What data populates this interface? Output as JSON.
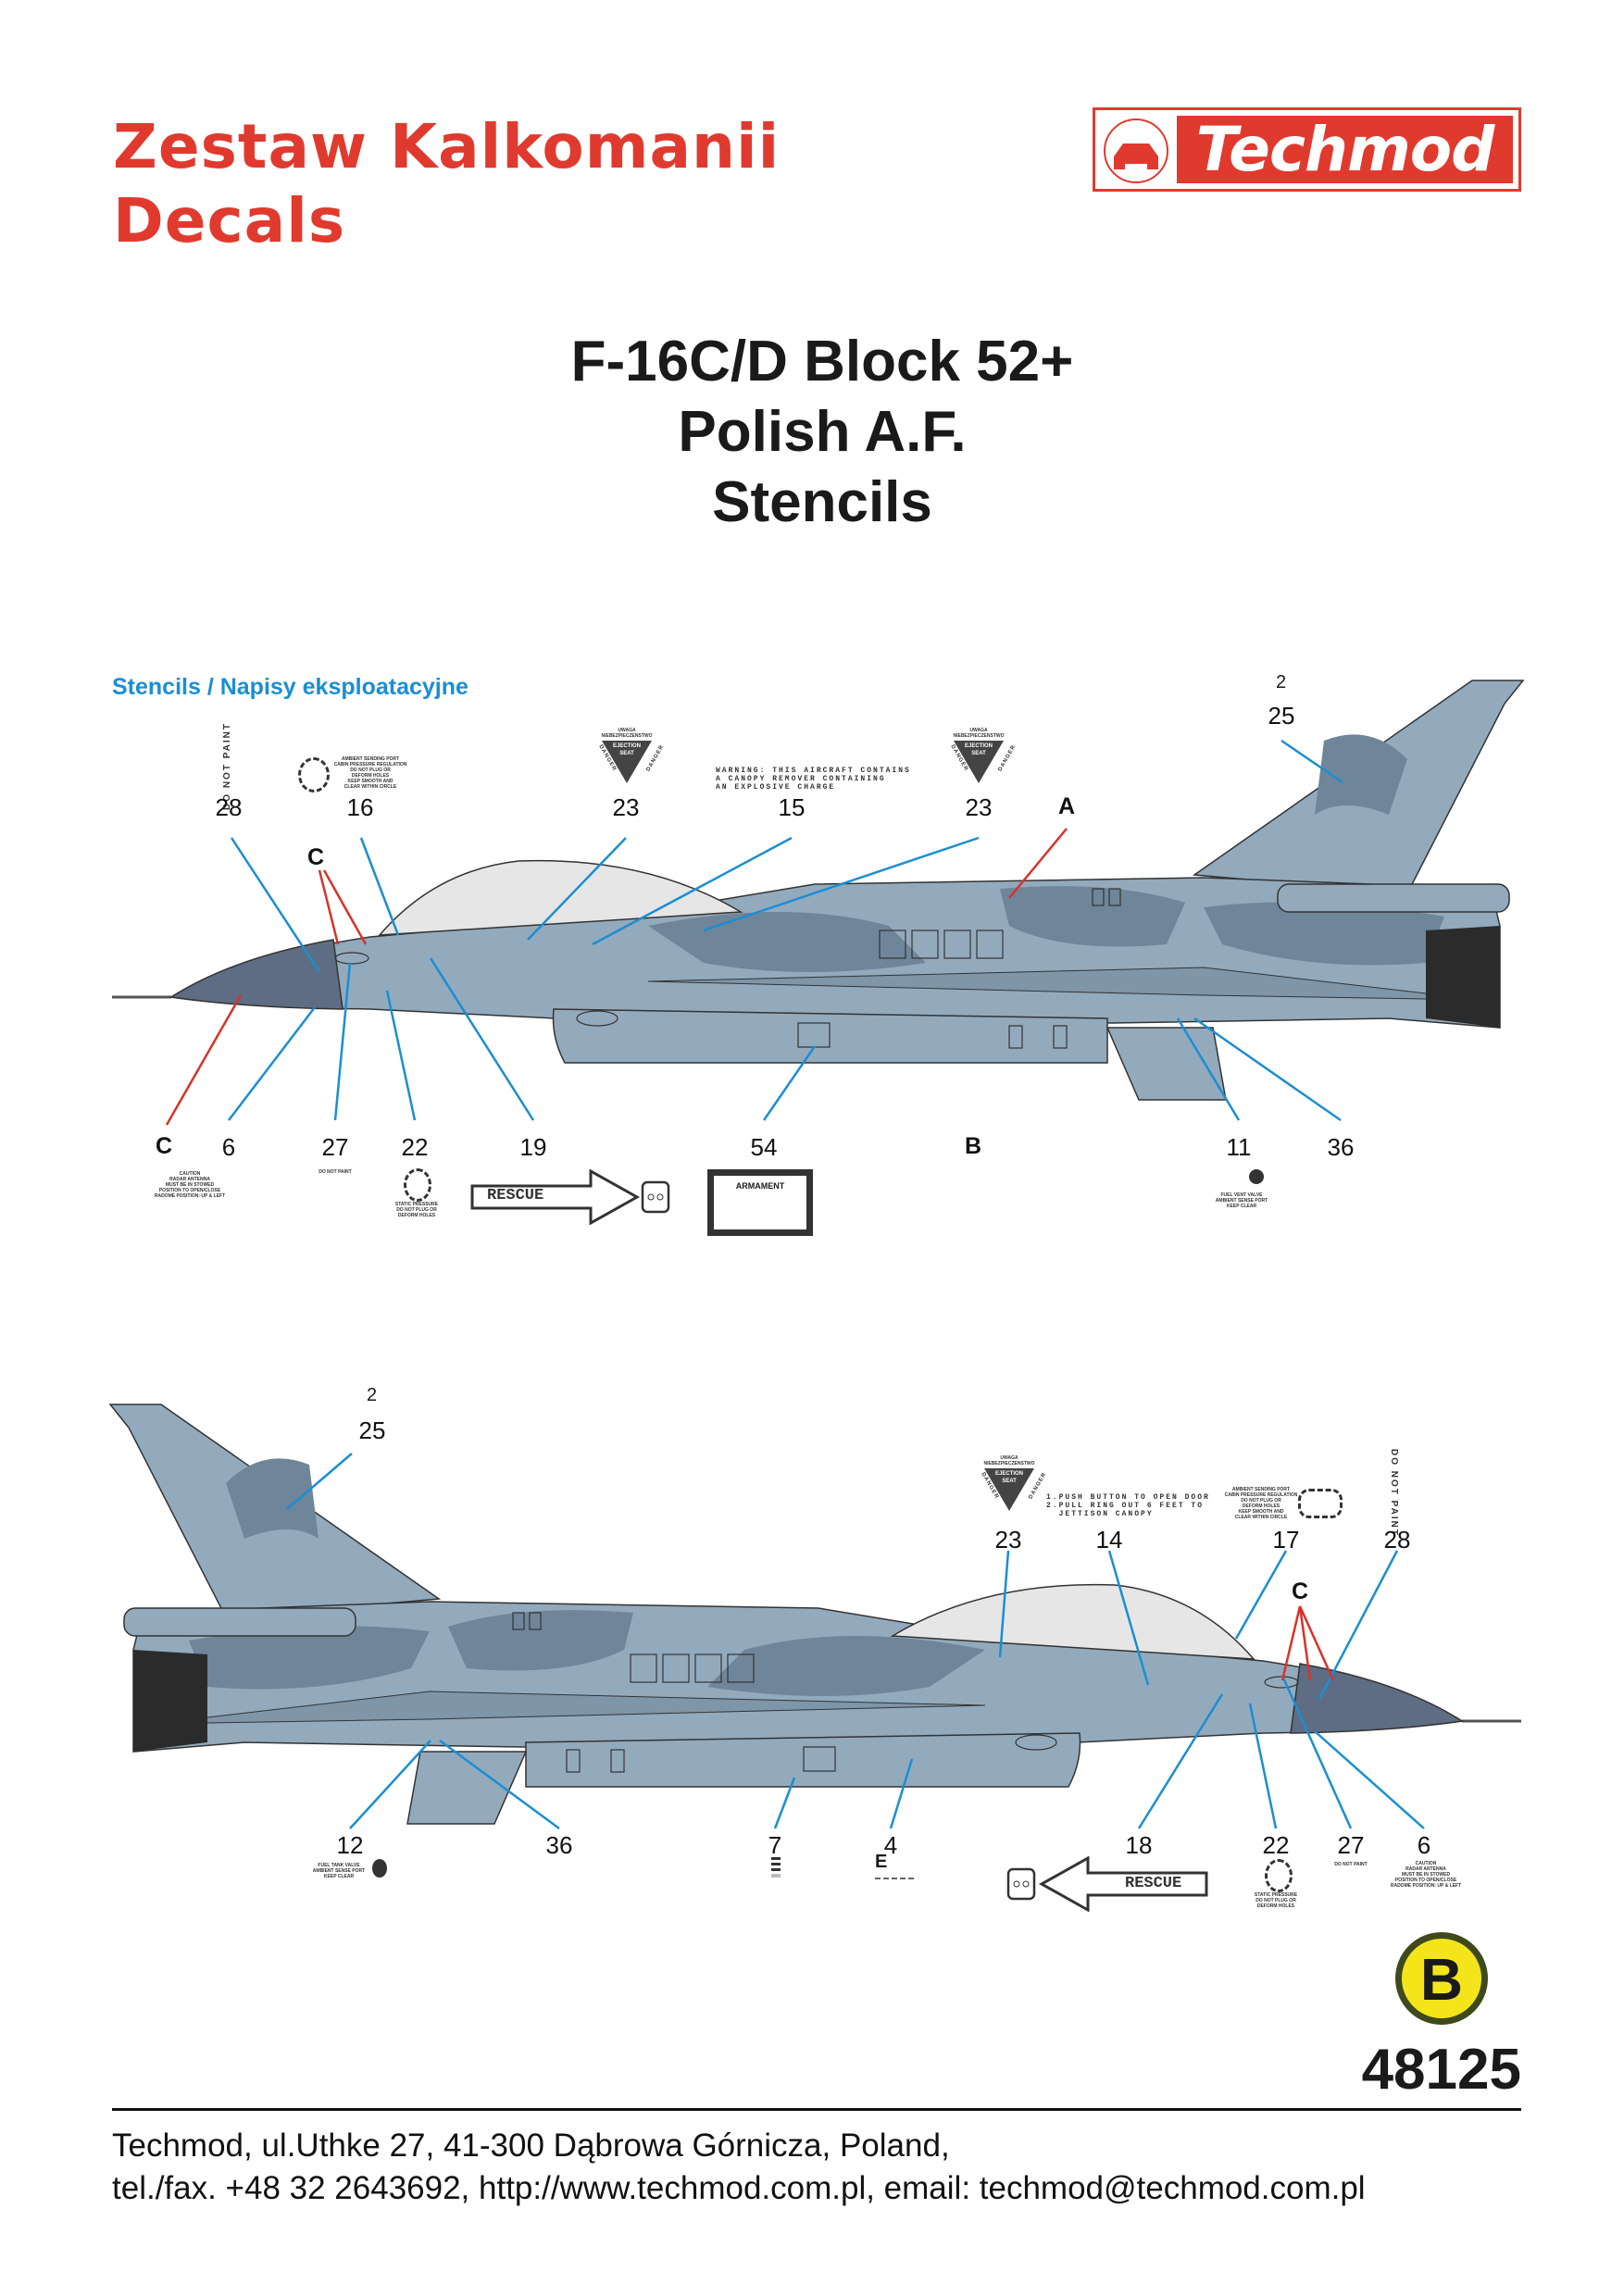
{
  "header": {
    "brand_line1": "Zestaw Kalkomanii",
    "brand_line2": "Decals",
    "logo_text": "Techmod"
  },
  "title": {
    "line1": "F-16C/D Block 52+",
    "line2": "Polish A.F.",
    "line3": "Stencils"
  },
  "section_label": "Stencils / Napisy eksploatacyjne",
  "stencils": {
    "do_not_paint": "DO NOT PAINT",
    "ambient_port": "AMBIENT SENDING PORT\nCABIN PRESSURE REGULATION\nDO NOT PLUG OR\nDEFORM HOLES\nKEEP SMOOTH AND\nCLEAR WITHIN CIRCLE",
    "ejection_top": "UWAGA\nNIEBEZPIECZENSTWO",
    "ejection_seat": "EJECTION\nSEAT",
    "danger": "DANGER",
    "canopy_warning": "WARNING: THIS AIRCRAFT CONTAINS\nA CANOPY REMOVER CONTAINING\nAN EXPLOSIVE CHARGE",
    "radar_caution": "CAUTION\nRADAR ANTENNA\nMUST BE IN STOWED\nPOSITION TO OPEN/CLOSE\nRADOME POSITION: UP & LEFT",
    "static_pressure": "STATIC PRESSURE\nDO NOT PLUG OR\nDEFORM HOLES",
    "rescue": "RESCUE",
    "armament": "ARMAMENT",
    "fuel_vent": "FUEL VENT VALVE\nAMBIENT SENSE PORT\nKEEP CLEAR",
    "fuel_tank": "FUEL TANK VALVE\nAMBIENT SENSE PORT\nKEEP CLEAR",
    "canopy_jettison": "1.PUSH BUTTON TO OPEN DOOR\n2.PULL RING OUT 6 FEET TO\n  JETTISON CANOPY",
    "e_mark": "E",
    "tail_small": "2"
  },
  "view1": {
    "top_labels": [
      "28",
      "16",
      "23",
      "15",
      "23",
      "A",
      "25"
    ],
    "bottom_labels": [
      "C",
      "6",
      "27",
      "22",
      "19",
      "54",
      "B",
      "11",
      "36"
    ],
    "c_label": "C"
  },
  "view2": {
    "top_labels": [
      "25",
      "23",
      "14",
      "17",
      "28"
    ],
    "bottom_labels": [
      "12",
      "36",
      "7",
      "4",
      "18",
      "22",
      "27",
      "6"
    ],
    "c_label": "C"
  },
  "badge_letter": "B",
  "product_code": "48125",
  "footer": {
    "line1": "Techmod, ul.Uthke 27, 41-300 Dąbrowa Górnicza, Poland,",
    "line2": "tel./fax. +48 32 2643692, http://www.techmod.com.pl, email: techmod@techmod.com.pl"
  },
  "colors": {
    "brand_red": "#e03a2f",
    "section_blue": "#1b8ed2",
    "callout_blue": "#1b8ed2",
    "callout_red": "#d8322a",
    "camo_light": "#93aabd",
    "camo_dark": "#6f8599",
    "badge_yellow": "#f4e51b"
  }
}
